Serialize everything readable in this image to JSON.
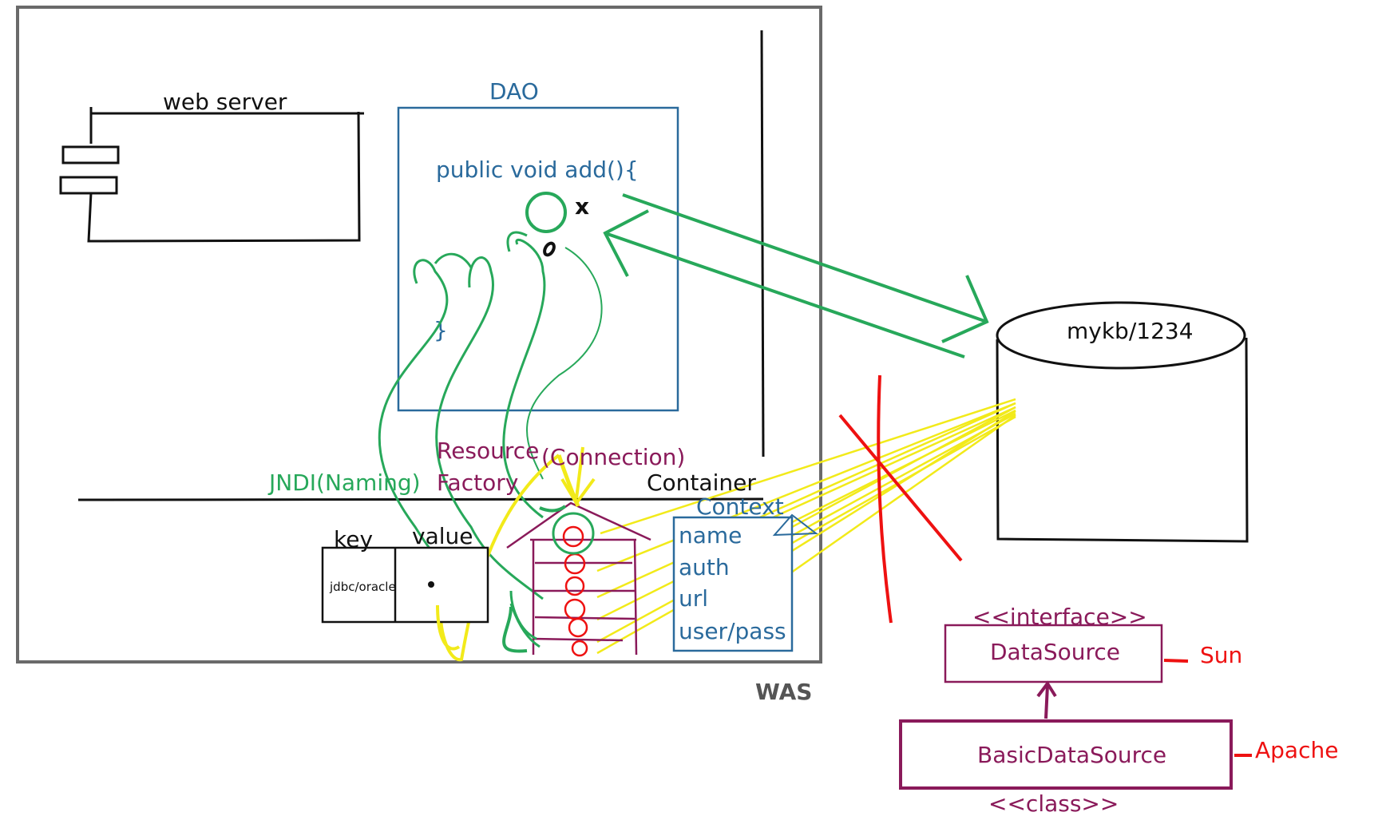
{
  "labels": {
    "web_server": "web server",
    "dao": "DAO",
    "code_line": "public void add(){",
    "x_mark": "x",
    "closing_brace": "}",
    "resource": "Resource",
    "factory": "Factory",
    "connection": "(Connection)",
    "jndi": "JNDI(Naming)",
    "container": "Container",
    "context": "Context",
    "context_items": [
      "name",
      "auth",
      "url",
      "user/pass"
    ],
    "key": "key",
    "value": "value",
    "key_cell": "jdbc/oracle",
    "was": "WAS",
    "db": "mykb/1234",
    "interface_stereotype": "<<interface>>",
    "datasource": "DataSource",
    "sun": "Sun",
    "basic_datasource": "BasicDataSource",
    "apache": "Apache",
    "class_stereotype": "<<class>>"
  },
  "colors": {
    "black": "#111111",
    "gray": "#555555",
    "blue": "#2a6a9c",
    "green": "#27a85a",
    "purple": "#8a1a5a",
    "red": "#ee1111",
    "yellow": "#f2ea1a"
  },
  "icons": [
    "component-icon",
    "database-cylinder-icon",
    "connection-pool-icon",
    "x-cross-mark-icon"
  ]
}
